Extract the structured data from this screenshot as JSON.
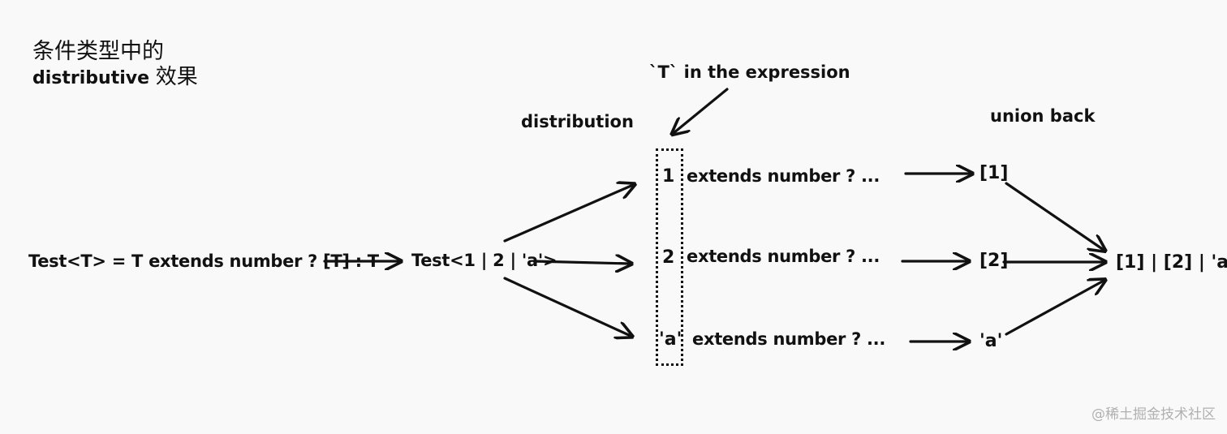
{
  "heading": {
    "line1": "条件类型中的",
    "line2_en": "distributive",
    "line2_zh": "效果"
  },
  "labels": {
    "distribution": "distribution",
    "t_in_expression": "`T` in the expression",
    "union_back": "union back"
  },
  "expressions": {
    "definition": "Test<T> = T extends number ? [T] : T",
    "applied": "Test<1 | 2 | 'a'>",
    "branches": [
      {
        "member": "1",
        "clause": "extends number ? ...",
        "result": "[1]"
      },
      {
        "member": "2",
        "clause": "extends number ? ...",
        "result": "[2]"
      },
      {
        "member": "'a'",
        "clause": "extends number ? ...",
        "result": "'a'"
      }
    ],
    "final": "[1] | [2] | 'a'"
  },
  "watermark": "@稀土掘金技术社区",
  "colors": {
    "ink": "#111111",
    "background": "#f9f9f9",
    "watermark": "#b0b0b0"
  }
}
